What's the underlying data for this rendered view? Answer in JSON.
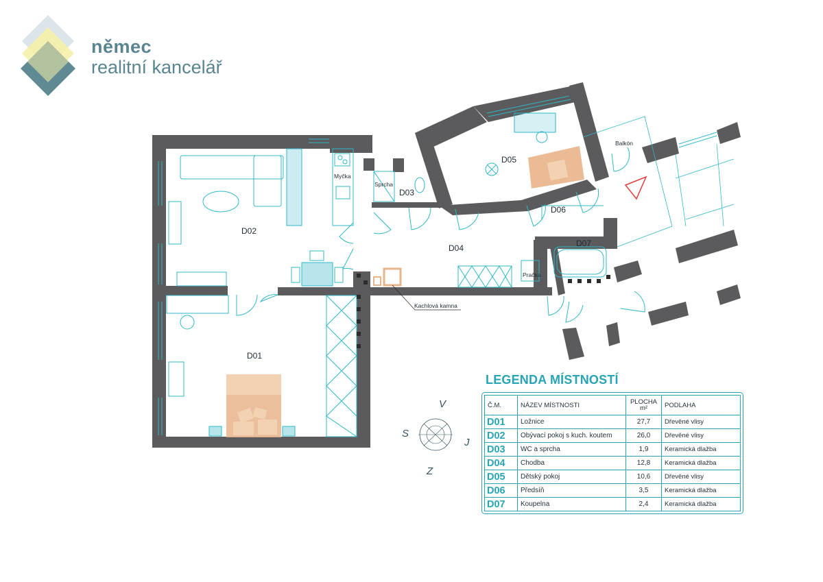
{
  "brand": {
    "name": "němec",
    "subtitle": "realitní kancelář",
    "colors": {
      "text": "#5a8590",
      "logo_light": "#dbe5ea",
      "logo_yellow": "#f5f1a8",
      "logo_dark": "#5f8a94"
    }
  },
  "plan": {
    "colors": {
      "wall": "#5b5b5d",
      "fixture": "#2fb8c6",
      "wood": "#e8b48a",
      "marker": "#e23c3c"
    },
    "rooms": [
      {
        "code": "D01"
      },
      {
        "code": "D02"
      },
      {
        "code": "D03"
      },
      {
        "code": "D04"
      },
      {
        "code": "D05"
      },
      {
        "code": "D06"
      },
      {
        "code": "D07"
      }
    ],
    "labels": {
      "dishwasher": "Myčka",
      "shower": "Sprcha",
      "washer": "Pračka",
      "balcony": "Balkón",
      "stove": "Kachlová kamna"
    }
  },
  "compass": {
    "north": "V",
    "west": "S",
    "east": "J",
    "south": "Z"
  },
  "legend": {
    "title": "LEGENDA MÍSTNOSTÍ",
    "headers": {
      "code": "Č.M.",
      "name": "NÁZEV MÍSTNOSTI",
      "area": "PLOCHA",
      "area_unit": "m²",
      "floor": "PODLAHA"
    },
    "rows": [
      {
        "code": "D01",
        "name": "Ložnice",
        "area": "27,7",
        "floor": "Dřevěné vlisy"
      },
      {
        "code": "D02",
        "name": "Obývací pokoj s kuch. koutem",
        "area": "26,0",
        "floor": "Dřevěné vlisy"
      },
      {
        "code": "D03",
        "name": "WC a sprcha",
        "area": "1,9",
        "floor": "Keramická dlažba"
      },
      {
        "code": "D04",
        "name": "Chodba",
        "area": "12,8",
        "floor": "Keramická dlažba"
      },
      {
        "code": "D05",
        "name": "Dětský pokoj",
        "area": "10,6",
        "floor": "Dřevěné vlisy"
      },
      {
        "code": "D06",
        "name": "Předsíň",
        "area": "3,5",
        "floor": "Keramická dlažba"
      },
      {
        "code": "D07",
        "name": "Koupelna",
        "area": "2,4",
        "floor": "Keramická dlažba"
      }
    ]
  }
}
